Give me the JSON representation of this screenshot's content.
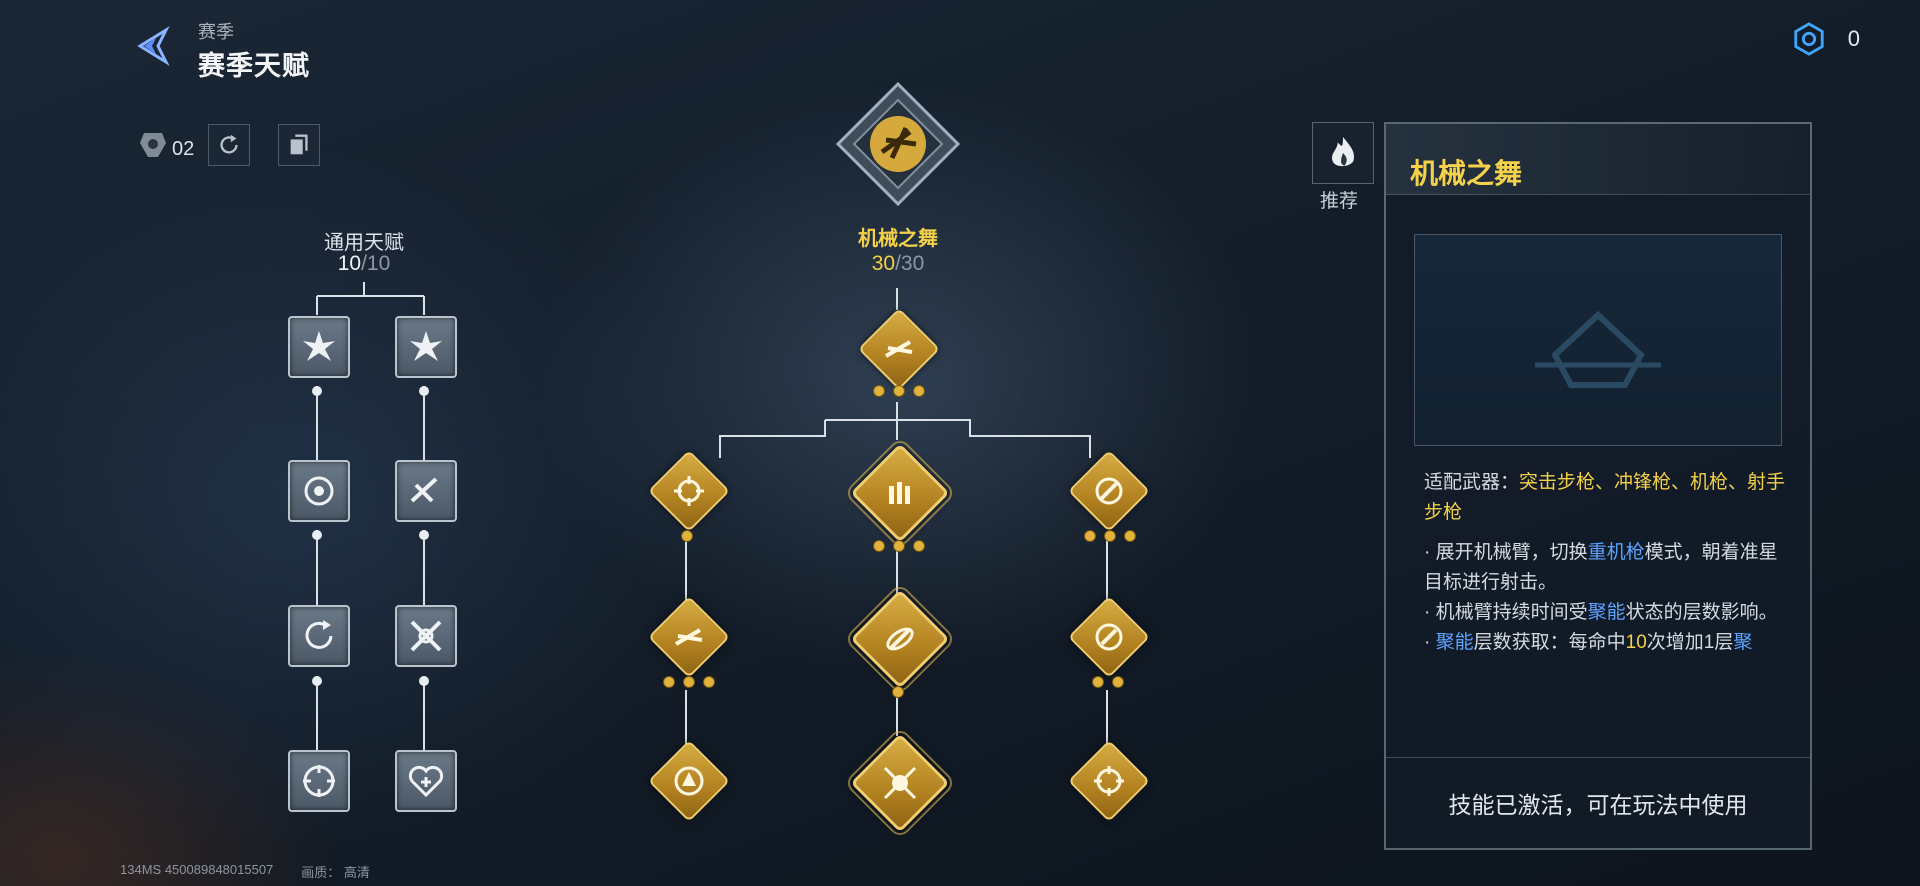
{
  "header": {
    "breadcrumb": "赛季",
    "title": "赛季天赋",
    "currency_value": "0"
  },
  "toolbar": {
    "points_value": "02"
  },
  "general": {
    "title": "通用天赋",
    "current": "10",
    "max": "/10"
  },
  "specialty": {
    "name": "机械之舞",
    "current": "30",
    "max": "/30"
  },
  "recommend": {
    "label": "推荐"
  },
  "detail": {
    "title": "机械之舞",
    "weapons_label": "适配武器：",
    "weapons": "突击步枪、冲锋枪、机枪、射手步枪",
    "line1_a": "· 展开机械臂，切换",
    "line1_hl": "重机枪",
    "line1_b": "模式，朝着准星目标进行射击。",
    "line2_a": "· 机械臂持续时间受",
    "line2_hl": "聚能",
    "line2_b": "状态的层数影响。",
    "line3_a": "· ",
    "line3_hl1": "聚能",
    "line3_b": "层数获取：每命中",
    "line3_num": "10",
    "line3_c": "次增加1层",
    "line3_hl2": "聚",
    "status": "技能已激活，可在玩法中使用"
  },
  "footer": {
    "ping": "134MS",
    "uid": "450089848015507",
    "quality_label": "画质：",
    "quality": "高清"
  },
  "colors": {
    "gold": "#f3d04a",
    "blue_highlight": "#5da3ff",
    "diamond": "#c9962e"
  },
  "icons": {
    "back": "back-arrow-icon",
    "currency": "hexagon-token-icon",
    "points": "talent-point-icon",
    "reset": "reset-icon",
    "copy": "copy-icon",
    "recommend": "flame-icon"
  }
}
